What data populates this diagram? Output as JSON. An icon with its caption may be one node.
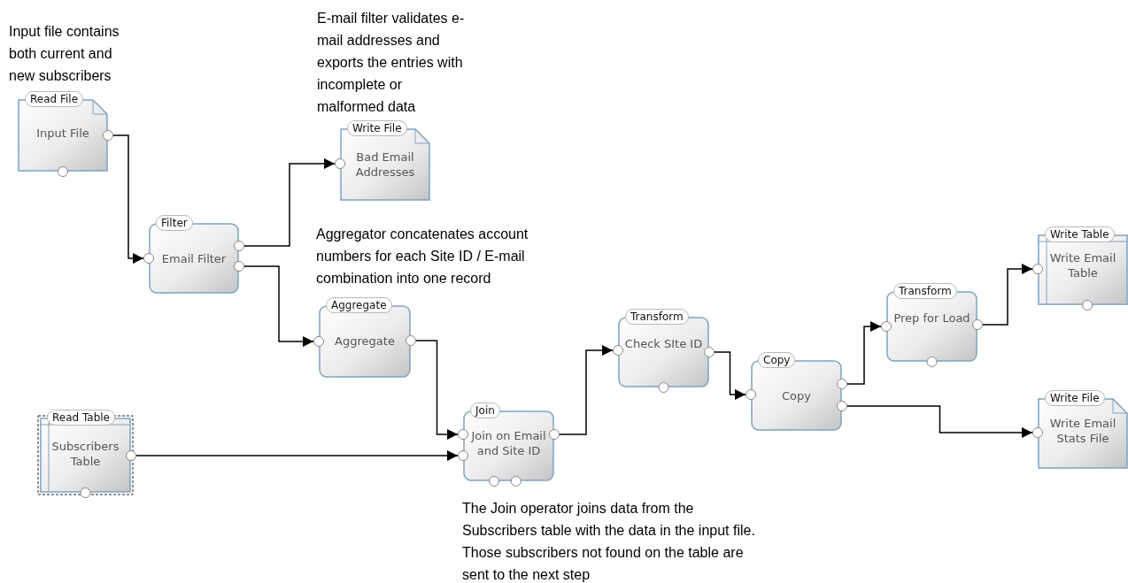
{
  "diagram": {
    "nodes": [
      {
        "text": [
          "Read File",
          "Input File"
        ]
      },
      {
        "text": [
          "Write File",
          "Bad Email Addresses"
        ]
      },
      {
        "text": [
          "Filter",
          "Email Filter"
        ]
      },
      {
        "text": [
          "Aggregate",
          "Aggregate"
        ]
      },
      {
        "text": [
          "Read Table",
          "Subscribers Table"
        ]
      },
      {
        "text": [
          "Join",
          "Join on Email and Site ID"
        ]
      },
      {
        "text": [
          "Transform",
          "Check SIte ID"
        ]
      },
      {
        "text": [
          "Copy",
          "Copy"
        ]
      },
      {
        "text": [
          "Transform",
          "Prep for Load"
        ]
      },
      {
        "text": [
          "Write Table",
          "Write Email Table"
        ]
      },
      {
        "text": [
          "Write File",
          "Write Email Stats File"
        ]
      }
    ],
    "edges": [
      {
        "from": 0,
        "to": 2,
        "arrow": "to"
      },
      {
        "from": 2,
        "to": 1,
        "arrow": "to"
      },
      {
        "from": 2,
        "to": 3,
        "arrow": "to"
      },
      {
        "from": 3,
        "to": 5,
        "arrow": "to"
      },
      {
        "from": 4,
        "to": 5,
        "arrow": "to"
      },
      {
        "from": 5,
        "to": 6,
        "arrow": "to"
      },
      {
        "from": 6,
        "to": 7,
        "arrow": "to"
      },
      {
        "from": 7,
        "to": 8,
        "arrow": "to"
      },
      {
        "from": 8,
        "to": 9,
        "arrow": "to"
      },
      {
        "from": 7,
        "to": 10,
        "arrow": "to"
      }
    ],
    "labels": [
      "E-mail filter validates e-mail addresses and exports the entries with incomplete or malformed data",
      "Input file contains both current and new subscribers",
      "Aggregator concatenates account numbers for each Site ID / E-mail combination into one record",
      "The Join operator joins data from the Subscribers table with the data in the input file. Those subscribers not found on the table are sent to the next step"
    ]
  }
}
